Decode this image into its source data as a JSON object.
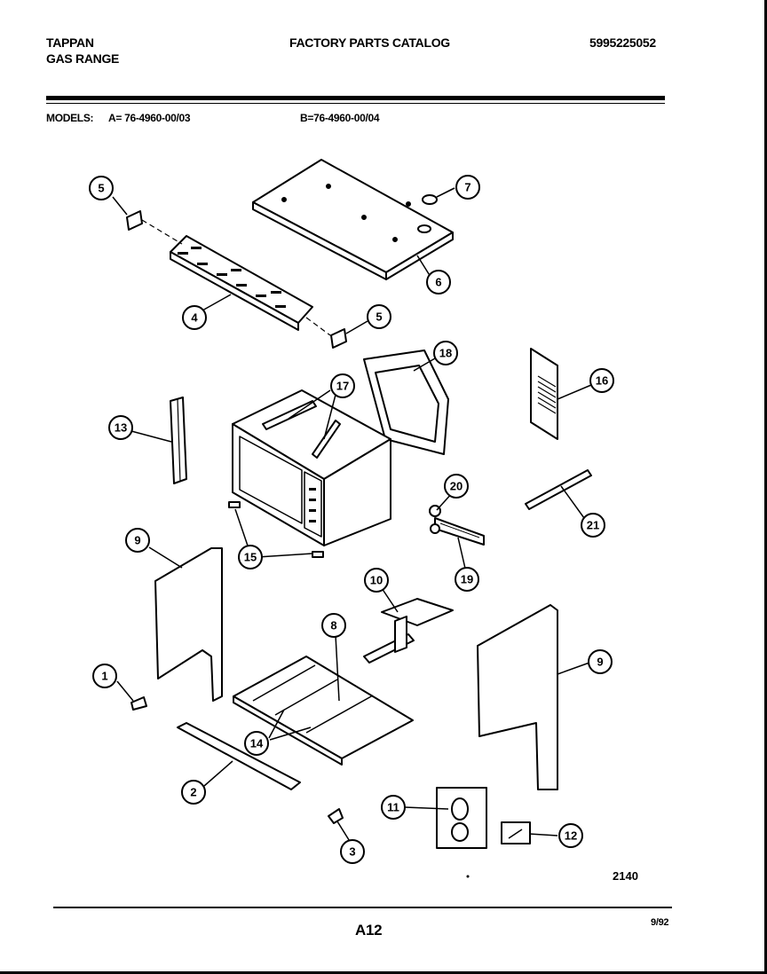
{
  "header": {
    "brand": "TAPPAN",
    "product": "GAS RANGE",
    "catalog_title": "FACTORY PARTS CATALOG",
    "catalog_number": "5995225052"
  },
  "models": {
    "label": "MODELS:",
    "model_a": "A= 76-4960-00/03",
    "model_b": "B=76-4960-00/04"
  },
  "diagram": {
    "code": "2140",
    "callouts": [
      "1",
      "2",
      "3",
      "4",
      "5",
      "5",
      "6",
      "7",
      "8",
      "9",
      "9",
      "10",
      "11",
      "12",
      "13",
      "14",
      "15",
      "16",
      "17",
      "18",
      "19",
      "20",
      "21"
    ]
  },
  "footer": {
    "page": "A12",
    "date": "9/92"
  }
}
